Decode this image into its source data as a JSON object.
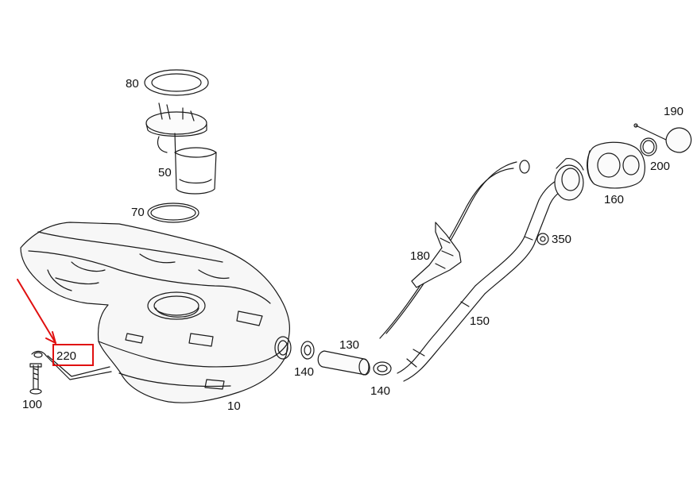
{
  "callouts": {
    "p10": "10",
    "p50": "50",
    "p70": "70",
    "p80": "80",
    "p100": "100",
    "p130": "130",
    "p140a": "140",
    "p140b": "140",
    "p150": "150",
    "p160": "160",
    "p180": "180",
    "p190": "190",
    "p200": "200",
    "p220": "220",
    "p350": "350"
  },
  "highlight": {
    "part": "220",
    "color": "#e01010"
  },
  "colors": {
    "line": "#1a1a1a",
    "tank_fill": "#f6f6f6",
    "accent": "#e01010"
  }
}
